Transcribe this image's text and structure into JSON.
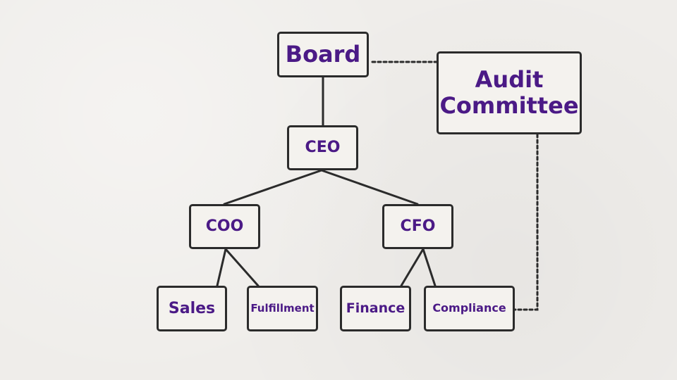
{
  "nodes": {
    "board": "Board",
    "audit_committee": [
      "Audit",
      "Committee"
    ],
    "ceo": "CEO",
    "coo": "COO",
    "cfo": "CFO",
    "sales": "Sales",
    "fulfillment": "Fulfillment",
    "finance": "Finance",
    "compliance": "Compliance"
  },
  "colors": {
    "text": "#4b1a86",
    "stroke": "#2b2b2b",
    "background": "#efedea"
  }
}
